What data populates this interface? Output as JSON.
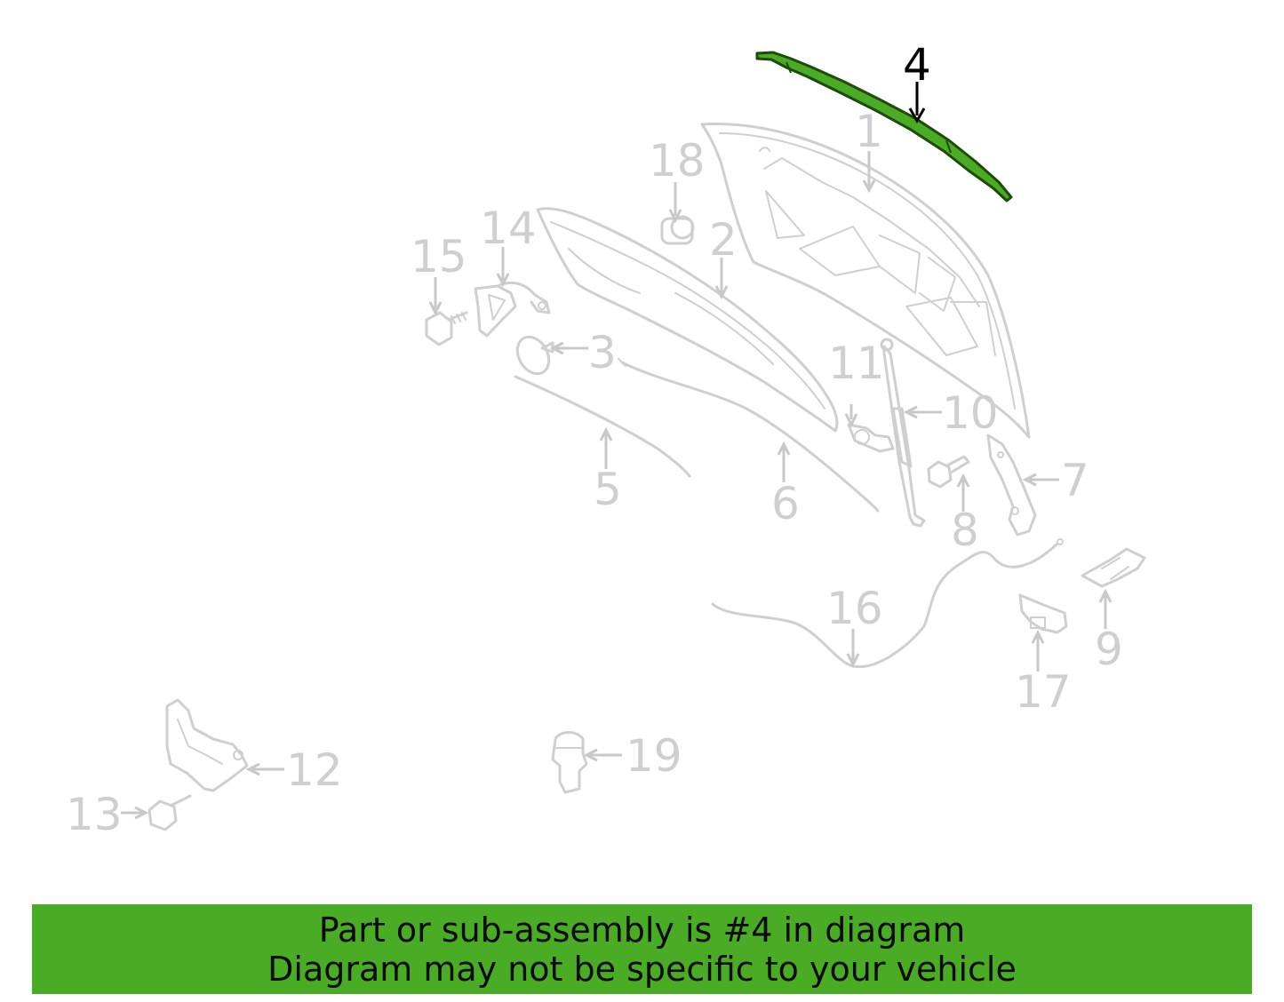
{
  "diagram": {
    "highlighted_part": "4",
    "highlight_color": "#4aab24",
    "muted_color": "#cfcfcf",
    "callouts": {
      "c1": "1",
      "c2": "2",
      "c3": "3",
      "c4": "4",
      "c5": "5",
      "c6": "6",
      "c7": "7",
      "c8": "8",
      "c9": "9",
      "c10": "10",
      "c11": "11",
      "c12": "12",
      "c13": "13",
      "c14": "14",
      "c15": "15",
      "c16": "16",
      "c17": "17",
      "c18": "18",
      "c19": "19"
    }
  },
  "banner": {
    "line1": "Part or sub-assembly is #4 in diagram",
    "line2": "Diagram may not be specific to your vehicle",
    "background": "#4aab24"
  }
}
